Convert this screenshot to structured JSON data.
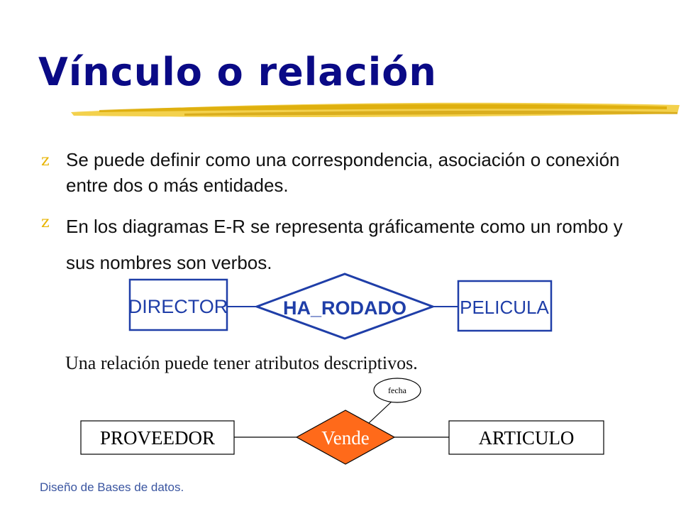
{
  "slide": {
    "title": "Vínculo o relación",
    "footer": "Diseño de Bases de datos."
  },
  "bullets": [
    {
      "marker": "z",
      "text": "Se puede definir como una correspondencia, asociación o conexión entre dos o más entidades."
    },
    {
      "marker": "z",
      "text": "En los diagramas E-R se representa gráficamente como un rombo y sus nombres son verbos."
    }
  ],
  "diagram1": {
    "entity_left": "DIRECTOR",
    "relationship": "HA_RODADO",
    "entity_right": "PELICULA",
    "color": "#1f3ea8"
  },
  "caption": "Una relación puede tener atributos descriptivos.",
  "diagram2": {
    "entity_left": "PROVEEDOR",
    "relationship": "Vende",
    "entity_right": "ARTICULO",
    "attribute": "fecha",
    "relationship_color": "#ff6a1a"
  }
}
